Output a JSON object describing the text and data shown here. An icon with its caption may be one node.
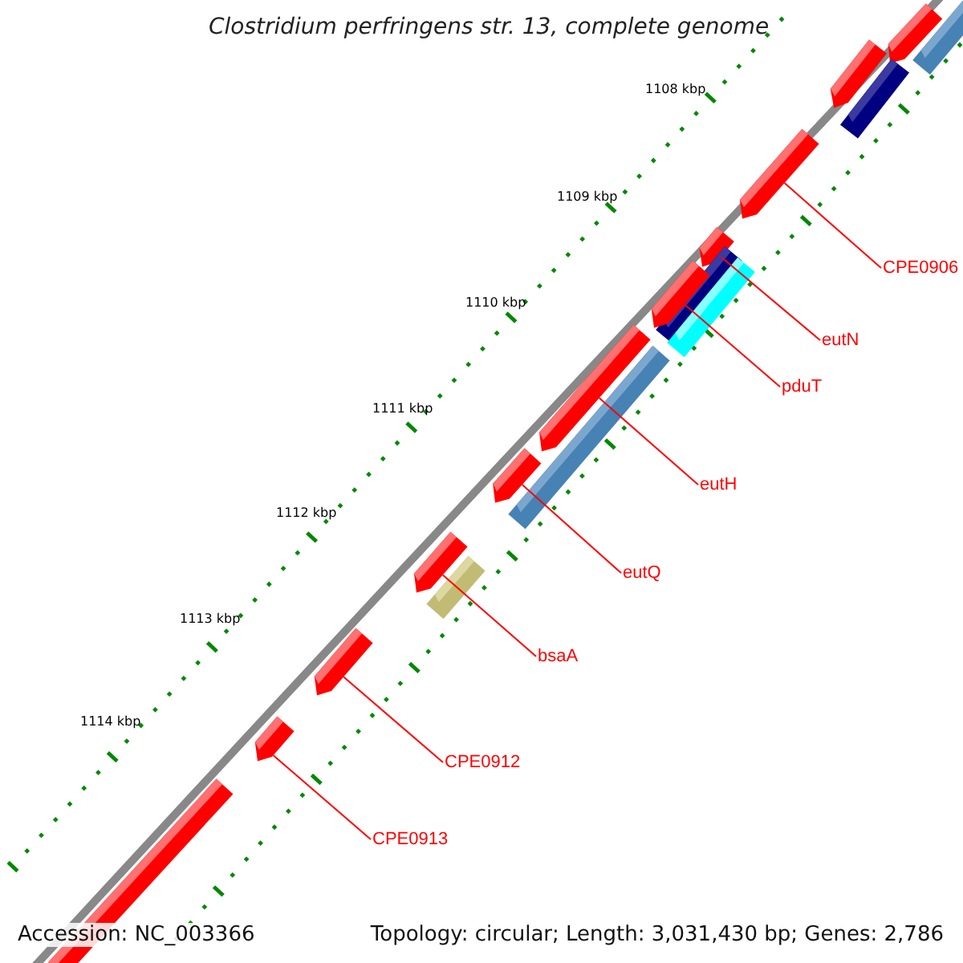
{
  "diagram": {
    "title": "Clostridium perfringens str. 13, complete genome",
    "nodes": [
      {
        "text": [],
        "shape": "arrow"
      },
      {
        "text": [],
        "shape": "bar"
      },
      {
        "text": [],
        "shape": "arrow"
      },
      {
        "text": [],
        "shape": "bar"
      },
      {
        "text": [],
        "shape": "arrow"
      },
      {
        "text": [],
        "shape": "arrow"
      },
      {
        "text": [],
        "shape": "bar"
      },
      {
        "text": [],
        "shape": "bar"
      },
      {
        "text": [],
        "shape": "arrow"
      },
      {
        "text": [],
        "shape": "arrow"
      },
      {
        "text": [],
        "shape": "bar"
      },
      {
        "text": [],
        "shape": "arrow"
      },
      {
        "text": [],
        "shape": "arrow"
      },
      {
        "text": [],
        "shape": "bar"
      },
      {
        "text": [],
        "shape": "arrow"
      },
      {
        "text": [],
        "shape": "arrow"
      },
      {
        "text": [],
        "shape": "arrow"
      },
      {
        "text": [
          "CPE0906"
        ]
      },
      {
        "text": [
          "eutN"
        ]
      },
      {
        "text": [
          "pduT"
        ]
      },
      {
        "text": [
          "eutH"
        ]
      },
      {
        "text": [
          "eutQ"
        ]
      },
      {
        "text": [
          "bsaA"
        ]
      },
      {
        "text": [
          "CPE0912"
        ]
      },
      {
        "text": [
          "CPE0913"
        ]
      }
    ],
    "edges": [
      {
        "from": 17,
        "to": 4,
        "arrow": "none"
      },
      {
        "from": 18,
        "to": 5,
        "arrow": "none"
      },
      {
        "from": 19,
        "to": 8,
        "arrow": "none"
      },
      {
        "from": 20,
        "to": 9,
        "arrow": "none"
      },
      {
        "from": 21,
        "to": 11,
        "arrow": "none"
      },
      {
        "from": 22,
        "to": 12,
        "arrow": "none"
      },
      {
        "from": 23,
        "to": 14,
        "arrow": "none"
      },
      {
        "from": 24,
        "to": 15,
        "arrow": "none"
      }
    ],
    "labels": [
      "1108 kbp",
      "1109 kbp",
      "1110 kbp",
      "1111 kbp",
      "1112 kbp",
      "1113 kbp",
      "1114 kbp",
      "Accession: NC_003366",
      "Topology: circular; Length: 3,031,430 bp; Genes: 2,786"
    ]
  }
}
